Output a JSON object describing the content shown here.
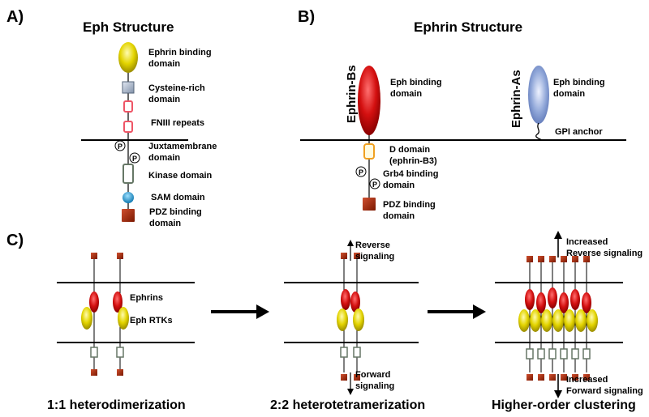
{
  "panels": {
    "a": "A)",
    "b": "B)",
    "c": "C)"
  },
  "eph_structure": {
    "title": "Eph Structure",
    "ephrin_binding": [
      "Ephrin binding",
      "domain"
    ],
    "cysteine_rich": [
      "Cysteine-rich",
      "domain"
    ],
    "fniii": "FNIII repeats",
    "juxtamembrane": [
      "Juxtamembrane",
      "domain"
    ],
    "kinase": "Kinase domain",
    "sam": "SAM domain",
    "pdz": [
      "PDZ binding",
      "domain"
    ],
    "p_symbol": "P"
  },
  "ephrin_structure": {
    "title": "Ephrin Structure",
    "ephrin_bs": "Ephrin-Bs",
    "ephrin_as": "Ephrin-As",
    "eph_binding_b": [
      "Eph binding",
      "domain"
    ],
    "eph_binding_a": [
      "Eph binding",
      "domain"
    ],
    "gpi": "GPI anchor",
    "d_domain": [
      "D domain",
      "(ephrin-B3)"
    ],
    "grb4": [
      "Grb4 binding",
      "domain"
    ],
    "pdz": [
      "PDZ binding",
      "domain"
    ],
    "p_symbol": "P"
  },
  "clustering": {
    "ephrins": "Ephrins",
    "eph_rtks": "Eph RTKs",
    "reverse": [
      "Reverse",
      "signaling"
    ],
    "forward": [
      "Forward",
      "signaling"
    ],
    "inc_reverse": [
      "Increased",
      "Reverse signaling"
    ],
    "inc_forward": [
      "Increased",
      "Forward signaling"
    ],
    "cap1": "1:1 heterodimerization",
    "cap2": "2:2 heterotetramerization",
    "cap3": "Higher-order clustering"
  },
  "colors": {
    "ephrin_binding": "#e3d400",
    "ephrin_red": "#d41010",
    "cysteine_fill": "#a8b6cc",
    "fniii_border": "#ee5566",
    "kinase_border": "#667766",
    "sam": "#1a9ad6",
    "pdz": "#a02808",
    "d_domain_border": "#f0a020",
    "ephrin_a_blue": "#8fa6d8"
  }
}
